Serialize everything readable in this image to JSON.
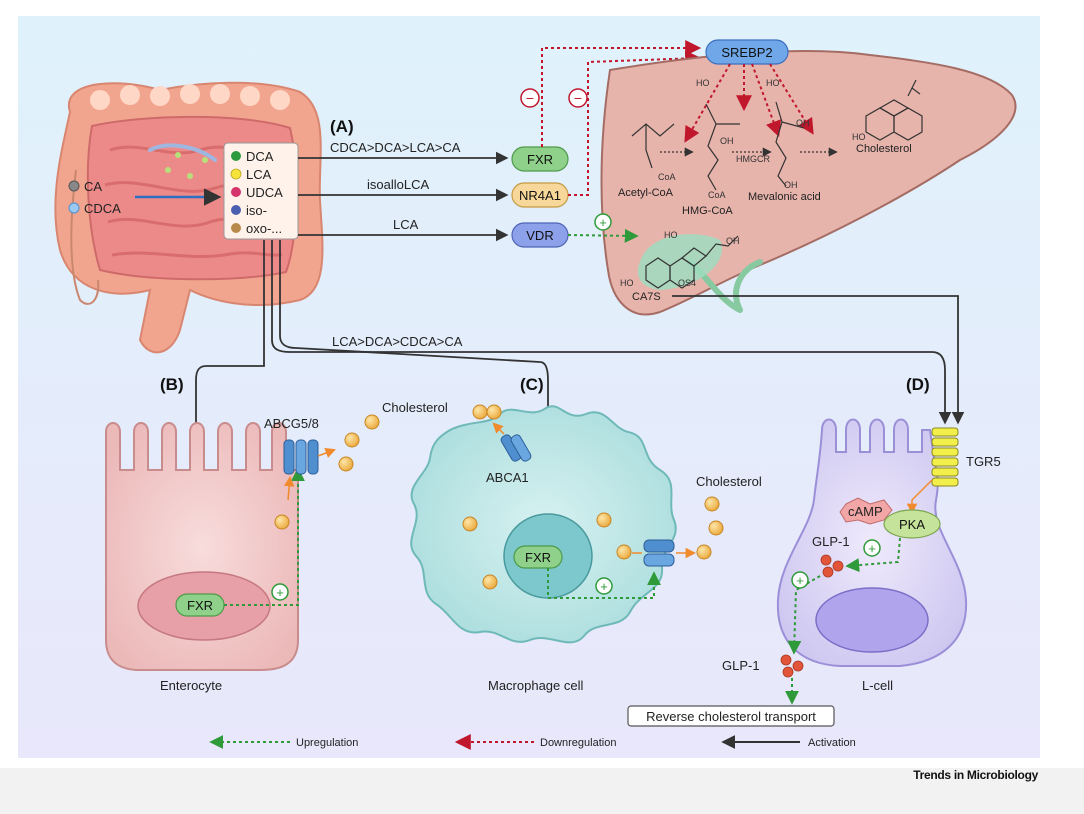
{
  "panels": {
    "a": "(A)",
    "b": "(B)",
    "c": "(C)",
    "d": "(D)"
  },
  "gut_inputs": [
    "CA",
    "CDCA"
  ],
  "bile_acids": [
    "DCA",
    "LCA",
    "UDCA",
    "iso-",
    "oxo-..."
  ],
  "bile_acid_colors": [
    "#2e9a3e",
    "#f5e23a",
    "#d6336c",
    "#4a5fb0",
    "#b88a4a"
  ],
  "receptors": {
    "fxr": "FXR",
    "nr4a1": "NR4A1",
    "vdr": "VDR",
    "srebp2": "SREBP2",
    "tgr5": "TGR5"
  },
  "pathway_labels": {
    "fxr_path": "CDCA>DCA>LCA>CA",
    "nr4a1_path": "isoalloLCA",
    "vdr_path": "LCA",
    "tgr5_path": "LCA>DCA>CDCA>CA"
  },
  "inhibit_symbol": "−",
  "activate_symbol": "+",
  "liver": {
    "acetyl_coa": "Acetyl-CoA",
    "hmg_coa": "HMG-CoA",
    "mevalonic_acid": "Mevalonic acid",
    "cholesterol": "Cholesterol",
    "hmgcr": "HMGCR",
    "coa": "CoA",
    "ca7s": "CA7S",
    "os4": "OS4",
    "oh": "OH",
    "ho": "HO"
  },
  "enterocyte": {
    "transporter": "ABCG5/8",
    "cholesterol": "Cholesterol",
    "fxr": "FXR",
    "cell": "Enterocyte"
  },
  "macrophage": {
    "transporter": "ABCA1",
    "cholesterol": "Cholesterol",
    "fxr": "FXR",
    "cell": "Macrophage cell"
  },
  "lcell": {
    "camp": "cAMP",
    "pka": "PKA",
    "glp1_inner": "GLP-1",
    "glp1_outer": "GLP-1",
    "cell": "L-cell"
  },
  "outcome": "Reverse cholesterol transport",
  "legend": {
    "up": "Upregulation",
    "down": "Downregulation",
    "act": "Activation"
  },
  "journal": "Trends in Microbiology",
  "colors": {
    "upregulation": "#2f9a3a",
    "downregulation": "#c0172c",
    "activation": "#333333",
    "receptor_green": "#8fd18a",
    "receptor_blue": "#8da0ea",
    "receptor_orange": "#f7d79a",
    "srebp2": "#6fa7e8"
  }
}
